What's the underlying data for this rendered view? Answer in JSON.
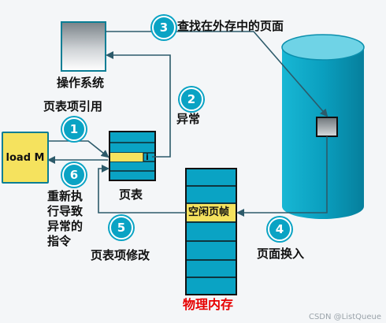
{
  "labels": {
    "os": "操作系统",
    "pte_ref": "页表项引用",
    "exception": "异常",
    "find_page": "查找在外存中的页面",
    "page_table": "页表",
    "restart": "重新执\n行导致\n异常的\n指令",
    "pte_modify": "页表项修改",
    "page_in": "页面换入",
    "free_frame": "空闲页帧",
    "physical_memory": "物理内存",
    "load_instr": "load M",
    "invalid_bit": "i"
  },
  "steps": [
    "1",
    "2",
    "3",
    "4",
    "5",
    "6"
  ],
  "watermark": "CSDN @ListQueue",
  "colors": {
    "accent": "#0aa3c4",
    "arrow": "#2c5a6a",
    "highlight": "#f5e25e",
    "memory_title": "#e60000"
  }
}
